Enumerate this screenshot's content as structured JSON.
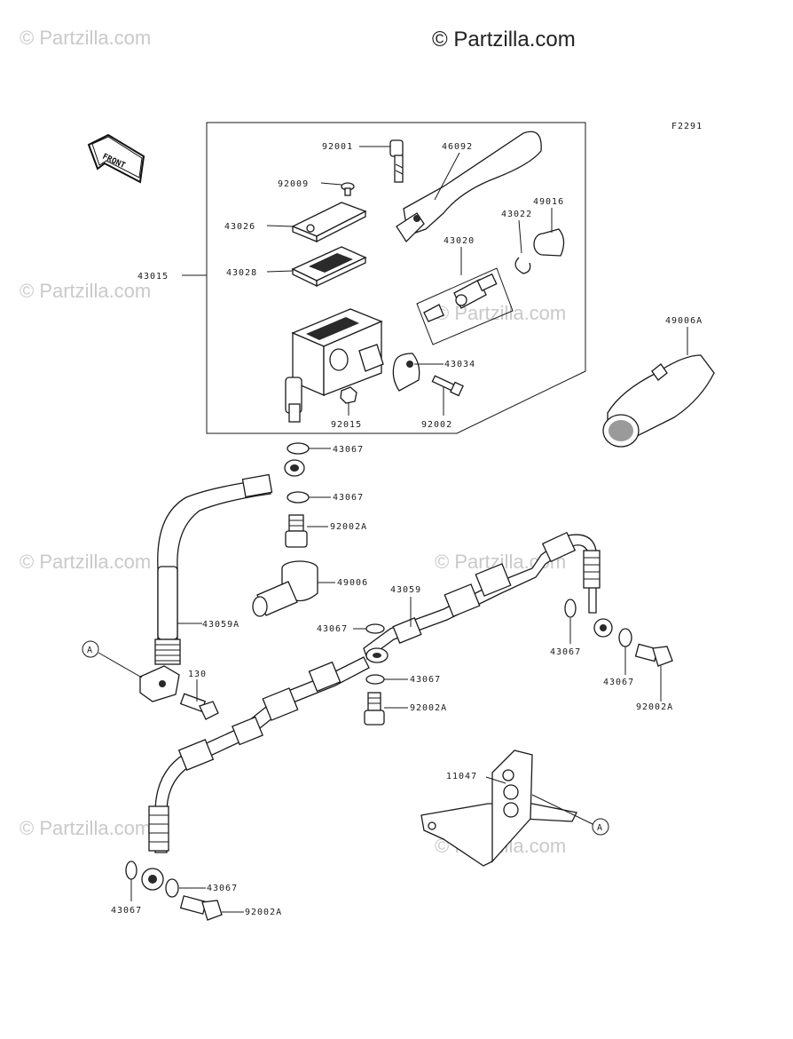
{
  "copyright": "© Partzilla.com",
  "watermark": "© Partzilla.com",
  "figure_code": "F2291",
  "front_label": "FRONT",
  "labels": {
    "p92001": "92001",
    "p46092": "46092",
    "p92009": "92009",
    "p43026": "43026",
    "p43022": "43022",
    "p49016": "49016",
    "p43020": "43020",
    "p43015": "43015",
    "p43028": "43028",
    "p43034": "43034",
    "p92015": "92015",
    "p92002": "92002",
    "p49006A": "49006A",
    "p43067_a": "43067",
    "p43067_b": "43067",
    "p92002A_a": "92002A",
    "p49006": "49006",
    "p43059": "43059",
    "p43067_c": "43067",
    "p43059A": "43059A",
    "p43067_d": "43067",
    "p92002A_b": "92002A",
    "p130": "130",
    "p43067_e": "43067",
    "p43067_f": "43067",
    "p92002A_c": "92002A",
    "p11047": "11047",
    "p43067_g": "43067",
    "p43067_h": "43067",
    "p92002A_d": "92002A",
    "refA_1": "A",
    "refA_2": "A"
  }
}
